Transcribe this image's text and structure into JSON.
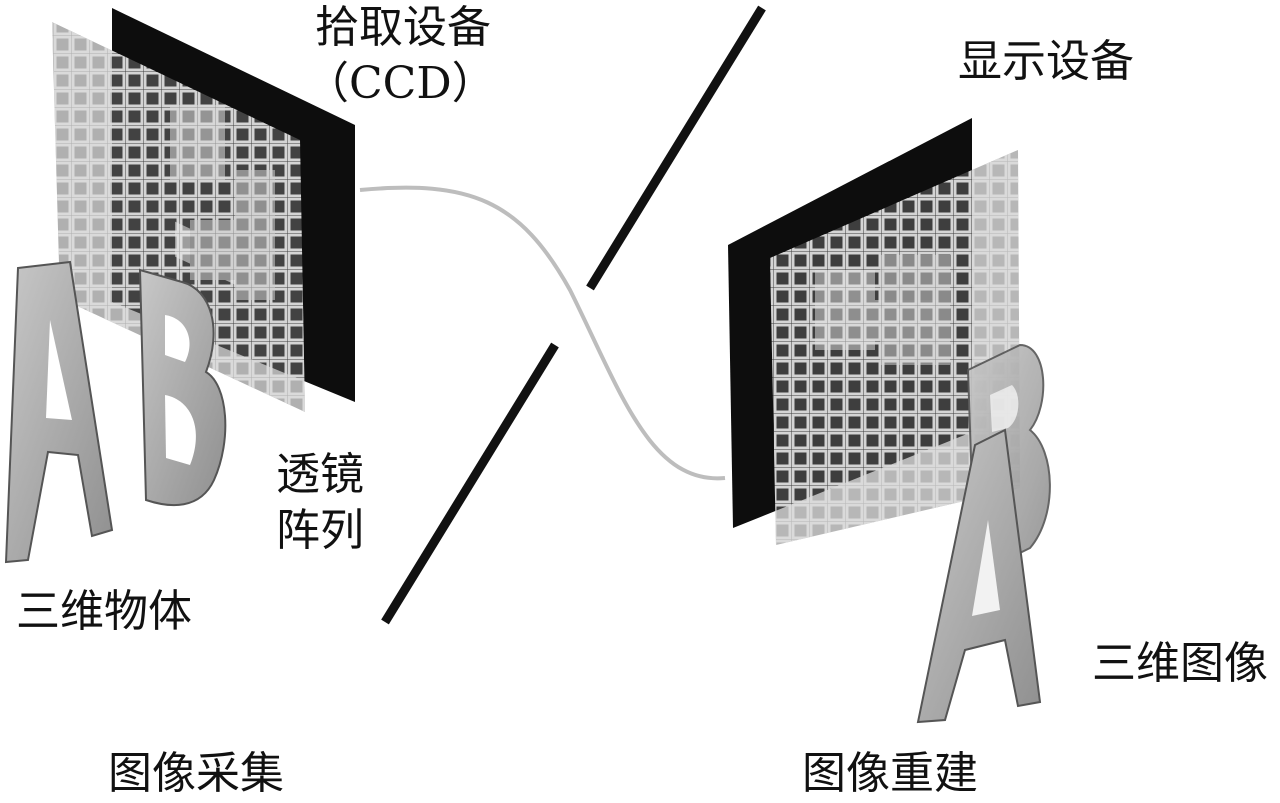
{
  "labels": {
    "capture_device": "拾取设备",
    "capture_device_sub": "（CCD）",
    "display_device": "显示设备",
    "lens_array_line1": "透镜",
    "lens_array_line2": "阵列",
    "object_3d": "三维物体",
    "image_3d": "三维图像",
    "image_capture": "图像采集",
    "image_reconstruction": "图像重建"
  },
  "colors": {
    "panel": "#0d0d0d",
    "grid_light": "#d4d4d4",
    "letters": "#a9a9a9",
    "cable": "#bdbdbd",
    "divider": "#111111"
  }
}
